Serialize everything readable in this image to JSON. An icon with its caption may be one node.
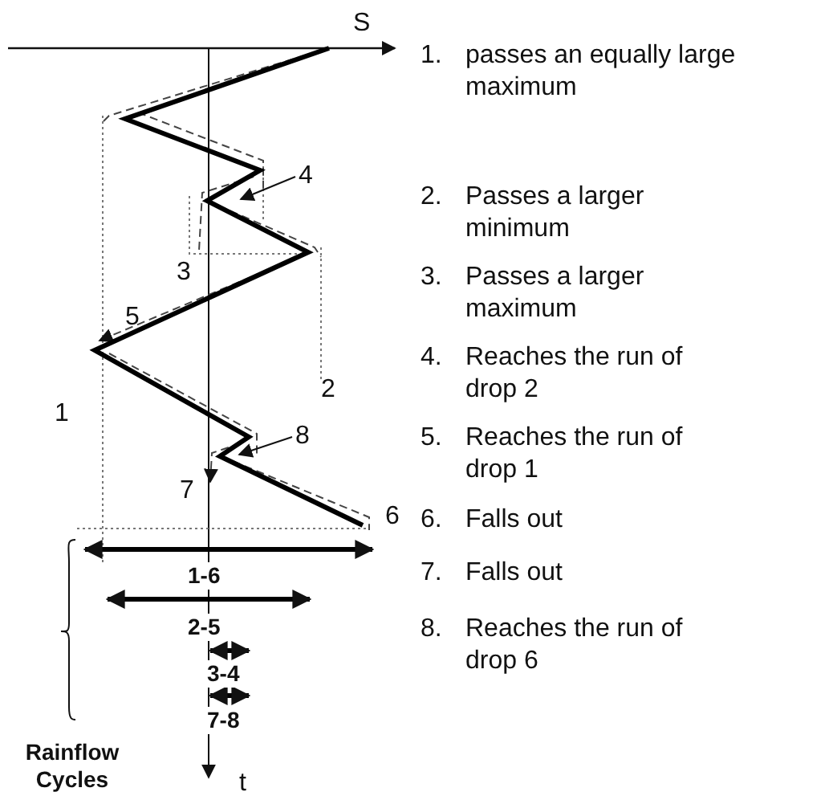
{
  "diagram": {
    "nodes": [
      {
        "text": [
          "4"
        ]
      },
      {
        "text": [
          "8"
        ]
      }
    ],
    "edges": [
      {
        "from": 0,
        "to": null,
        "arrow": "to"
      },
      {
        "from": 1,
        "to": null,
        "arrow": "to"
      }
    ],
    "labels": [
      "S",
      "1.",
      "passes an equally large maximum",
      "2.",
      "Passes a larger minimum",
      "3.",
      "Passes a larger maximum",
      "4.",
      "Reaches the run of drop 2",
      "5.",
      "Reaches the run of drop 1",
      "6.",
      "Falls out",
      "7.",
      "Falls out",
      "8.",
      "Reaches the run of drop 6",
      "3",
      "5",
      "2",
      "1",
      "7",
      "6",
      "1-6",
      "2-5",
      "3-4",
      "7-8",
      "Rainflow Cycles",
      "t"
    ]
  }
}
